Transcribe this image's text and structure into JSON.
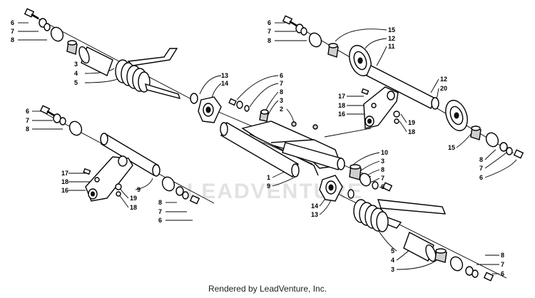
{
  "watermark": "LEADVENTURE",
  "footer": "Rendered by LeadVenture, Inc.",
  "callouts": [
    {
      "label": "6"
    },
    {
      "label": "7"
    },
    {
      "label": "8"
    },
    {
      "label": "3"
    },
    {
      "label": "4"
    },
    {
      "label": "5"
    },
    {
      "label": "13"
    },
    {
      "label": "14"
    },
    {
      "label": "6"
    },
    {
      "label": "7"
    },
    {
      "label": "8"
    },
    {
      "label": "3"
    },
    {
      "label": "2"
    },
    {
      "label": "6"
    },
    {
      "label": "7"
    },
    {
      "label": "8"
    },
    {
      "label": "15"
    },
    {
      "label": "12"
    },
    {
      "label": "11"
    },
    {
      "label": "12"
    },
    {
      "label": "20"
    },
    {
      "label": "17"
    },
    {
      "label": "18"
    },
    {
      "label": "16"
    },
    {
      "label": "19"
    },
    {
      "label": "18"
    },
    {
      "label": "6"
    },
    {
      "label": "7"
    },
    {
      "label": "8"
    },
    {
      "label": "17"
    },
    {
      "label": "18"
    },
    {
      "label": "16"
    },
    {
      "label": "9"
    },
    {
      "label": "19"
    },
    {
      "label": "18"
    },
    {
      "label": "8"
    },
    {
      "label": "7"
    },
    {
      "label": "6"
    },
    {
      "label": "1"
    },
    {
      "label": "9"
    },
    {
      "label": "10"
    },
    {
      "label": "3"
    },
    {
      "label": "8"
    },
    {
      "label": "7"
    },
    {
      "label": "6"
    },
    {
      "label": "14"
    },
    {
      "label": "13"
    },
    {
      "label": "15"
    },
    {
      "label": "8"
    },
    {
      "label": "7"
    },
    {
      "label": "6"
    },
    {
      "label": "5"
    },
    {
      "label": "4"
    },
    {
      "label": "3"
    },
    {
      "label": "8"
    },
    {
      "label": "7"
    },
    {
      "label": "6"
    }
  ]
}
